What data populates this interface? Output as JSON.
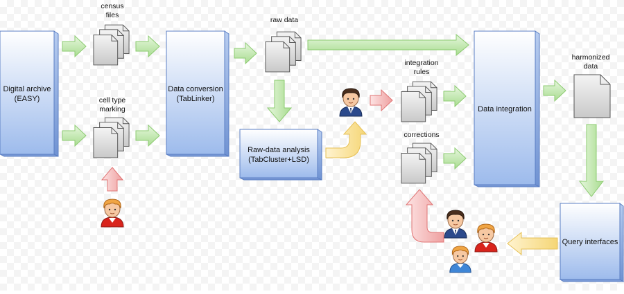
{
  "diagram": {
    "blocks": {
      "digital_archive": [
        "Digital archive",
        "(EASY)"
      ],
      "data_conversion": [
        "Data conversion",
        "(TabLinker)"
      ],
      "data_integration": "Data integration",
      "raw_data_analysis": [
        "Raw-data analysis",
        "(TabCluster+LSD)"
      ],
      "query_interfaces": "Query interfaces"
    },
    "documents": {
      "census_files": [
        "census",
        "files"
      ],
      "cell_type_marking": [
        "cell type",
        "marking"
      ],
      "raw_data": "raw data",
      "integration_rules": [
        "integration",
        "rules"
      ],
      "corrections": "corrections",
      "harmonized_data": [
        "harmonized",
        "data"
      ]
    }
  },
  "colors": {
    "block_top": "#ffffff",
    "block_bottom": "#9dbbec",
    "block_border": "#5b7fc4",
    "green_arrow_fill": "#c8ebb7",
    "green_arrow_stroke": "#8ccb71",
    "red_arrow_fill": "#f7c6c6",
    "red_arrow_stroke": "#e07474",
    "yellow_arrow_fill": "#fbe6a6",
    "yellow_arrow_stroke": "#e6c056",
    "doc_fill": "#e9e9e9",
    "doc_stroke": "#555555"
  },
  "icons": {
    "person_orange_hair": "person-orange-hair-icon",
    "person_dark_hair": "person-dark-hair-icon",
    "document_stack": "document-stack-icon"
  }
}
